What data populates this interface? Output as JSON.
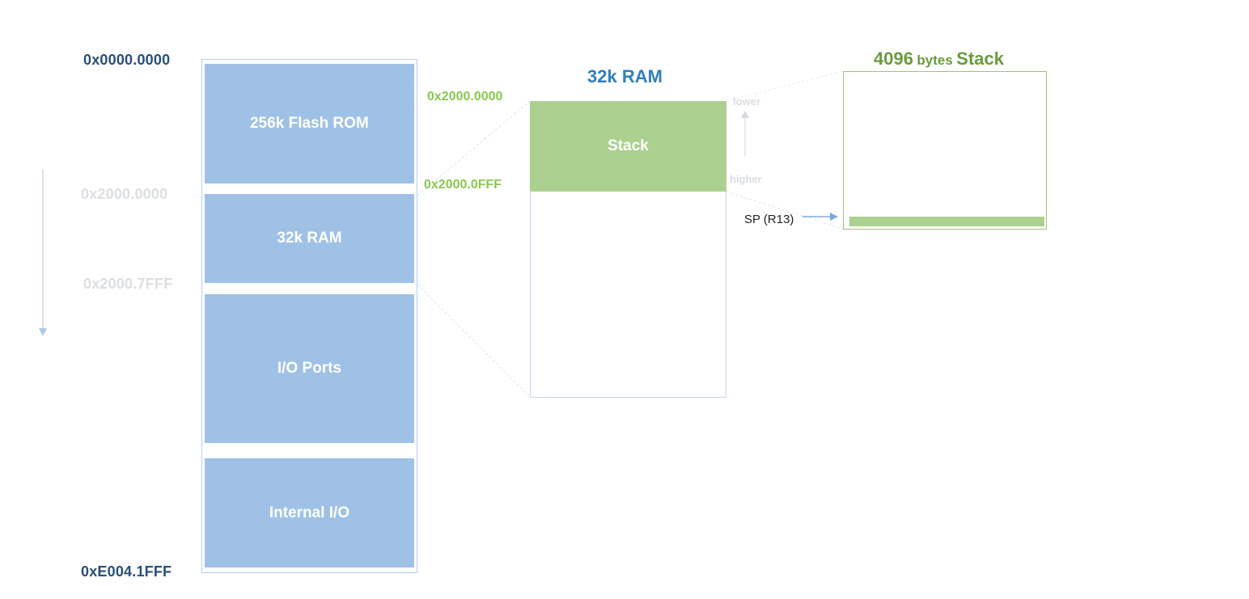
{
  "memory_map": {
    "start_address": "0x0000.0000",
    "end_address": "0xE004.1FFF",
    "ram_start_address": "0x2000.0000",
    "ram_end_address": "0x2000.7FFF",
    "blocks": [
      {
        "label": "256k Flash ROM"
      },
      {
        "label": "32k RAM"
      },
      {
        "label": "I/O Ports"
      },
      {
        "label": "Internal I/O"
      }
    ]
  },
  "ram_zoom": {
    "title": "32k RAM",
    "stack_start": "0x2000.0000",
    "stack_end": "0x2000.0FFF",
    "stack_label": "Stack",
    "direction_lower": "lower",
    "direction_higher": "higher"
  },
  "stack_zoom": {
    "title_number": "4096",
    "title_unit": "bytes",
    "title_word": "Stack",
    "pointer_label": "SP (R13)"
  },
  "colors": {
    "memory_block": "#9fc1e6",
    "stack_green": "#acd08f",
    "address_dark": "#2a4f78",
    "address_green": "#8ac850",
    "ram_title": "#2f7fc0",
    "stack_title": "#6b9a3d"
  }
}
